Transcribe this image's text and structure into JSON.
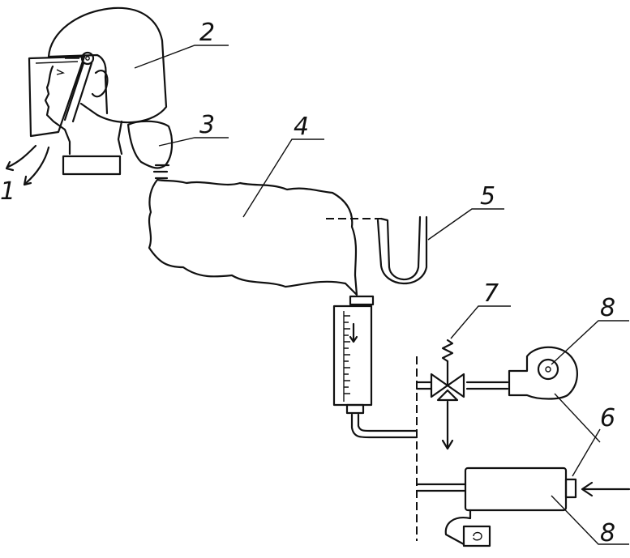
{
  "labels": {
    "l1": "1",
    "l2": "2",
    "l3": "3",
    "l4": "4",
    "l5": "5",
    "l6": "6",
    "l7": "7",
    "l8_top": "8",
    "l8_bottom": "8"
  },
  "colors": {
    "ink": "#111111",
    "background": "#ffffff"
  }
}
